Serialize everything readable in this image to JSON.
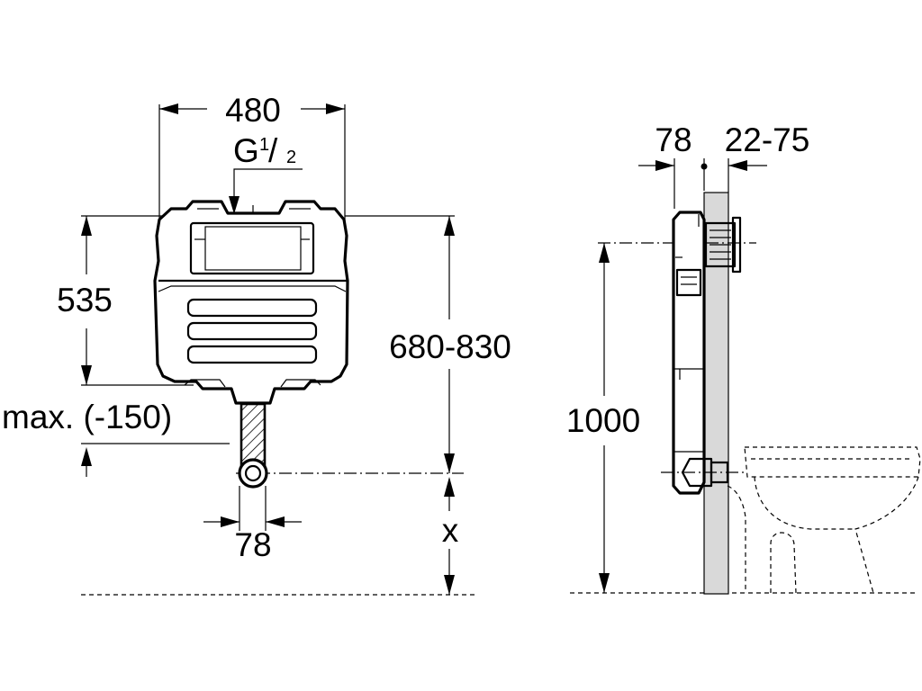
{
  "front_view": {
    "width_label": "480",
    "connection_label": "G",
    "connection_sup": "1",
    "connection_slash": "/",
    "connection_sub": "2",
    "height_label": "535",
    "install_range_label": "680-830",
    "max_adjust_label": "max. (-150)",
    "outlet_label": "78",
    "floor_offset_label": "x"
  },
  "side_view": {
    "depth_label": "78",
    "wall_range_label": "22-75",
    "height_label": "1000"
  },
  "colors": {
    "line": "#000000",
    "wall": "#d9d9d9",
    "background": "#ffffff"
  }
}
